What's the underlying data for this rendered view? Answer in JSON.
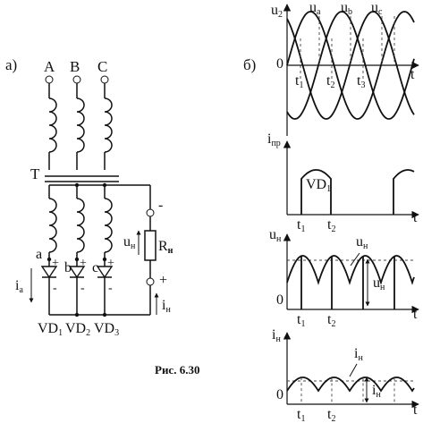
{
  "caption": "Рис. 6.30",
  "part_a": {
    "label": "а)",
    "phases": [
      "A",
      "B",
      "C"
    ],
    "transformer_label": "T",
    "nodes": [
      "a",
      "b",
      "c"
    ],
    "plus": "+",
    "minus": "-",
    "diodes": [
      {
        "main": "VD",
        "sub": "1"
      },
      {
        "main": "VD",
        "sub": "2"
      },
      {
        "main": "VD",
        "sub": "3"
      }
    ],
    "load": {
      "main": "R",
      "sub": "н"
    },
    "load_voltage": {
      "main": "u",
      "sub": "н"
    },
    "phase_current": {
      "main": "i",
      "sub": "a"
    },
    "load_current": {
      "main": "i",
      "sub": "н"
    }
  },
  "part_b": {
    "label": "б)",
    "plots": [
      {
        "id": "u2",
        "ylabel": {
          "main": "u",
          "sub": "2"
        },
        "xlabel": "t",
        "zero_label": "0",
        "series": [
          {
            "main": "u",
            "sub": "a"
          },
          {
            "main": "u",
            "sub": "b"
          },
          {
            "main": "u",
            "sub": "c"
          }
        ],
        "ticks": [
          {
            "main": "t",
            "sub": "1"
          },
          {
            "main": "t",
            "sub": "2"
          },
          {
            "main": "t",
            "sub": "3"
          }
        ]
      },
      {
        "id": "ipr",
        "ylabel": {
          "main": "i",
          "sub": "пр"
        },
        "xlabel": "t",
        "pulse_label": {
          "main": "VD",
          "sub": "1"
        },
        "ticks": [
          {
            "main": "t",
            "sub": "1"
          },
          {
            "main": "t",
            "sub": "2"
          }
        ]
      },
      {
        "id": "un",
        "ylabel": {
          "main": "u",
          "sub": "н"
        },
        "xlabel": "t",
        "zero_label": "0",
        "curve_label": {
          "main": "u",
          "sub": "н"
        },
        "ripple_label": {
          "main": "u",
          "sub": "н"
        },
        "ticks": [
          {
            "main": "t",
            "sub": "1"
          },
          {
            "main": "t",
            "sub": "2"
          }
        ]
      },
      {
        "id": "in",
        "ylabel": {
          "main": "i",
          "sub": "н"
        },
        "xlabel": "t",
        "zero_label": "0",
        "curve_label": {
          "main": "i",
          "sub": "н"
        },
        "ripple_label": {
          "main": "i",
          "sub": "н"
        },
        "ticks": [
          {
            "main": "t",
            "sub": "1"
          },
          {
            "main": "t",
            "sub": "2"
          }
        ]
      }
    ]
  }
}
